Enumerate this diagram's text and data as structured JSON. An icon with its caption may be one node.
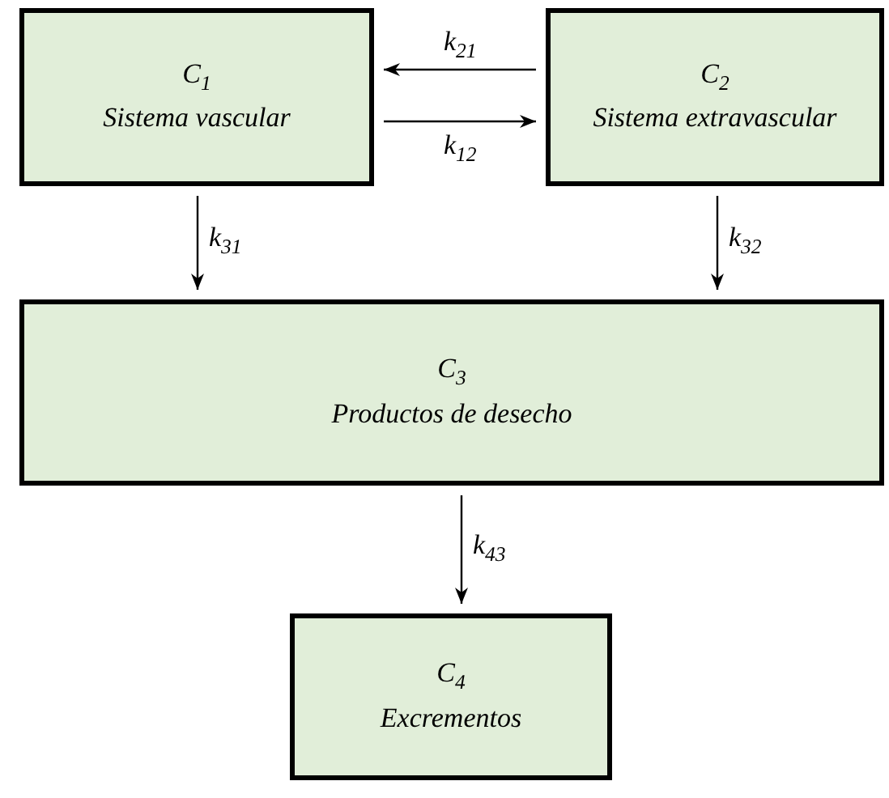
{
  "diagram": {
    "nodes": [
      {
        "text": [
          "C$_{1}$",
          "Sistema vascular"
        ]
      },
      {
        "text": [
          "C$_{2}$",
          "Sistema extravascular"
        ]
      },
      {
        "text": [
          "C$_{3}$",
          "Productos de desecho"
        ]
      },
      {
        "text": [
          "C$_{4}$",
          "Excrementos"
        ]
      }
    ],
    "edges": [
      {
        "from": 1,
        "to": 0,
        "arrow": "to",
        "label": "k$_{21}$"
      },
      {
        "from": 0,
        "to": 1,
        "arrow": "to",
        "label": "k$_{12}$"
      },
      {
        "from": 0,
        "to": 2,
        "arrow": "to",
        "label": "k$_{31}$"
      },
      {
        "from": 1,
        "to": 2,
        "arrow": "to",
        "label": "k$_{32}$"
      },
      {
        "from": 2,
        "to": 3,
        "arrow": "to",
        "label": "k$_{43}$"
      }
    ]
  }
}
